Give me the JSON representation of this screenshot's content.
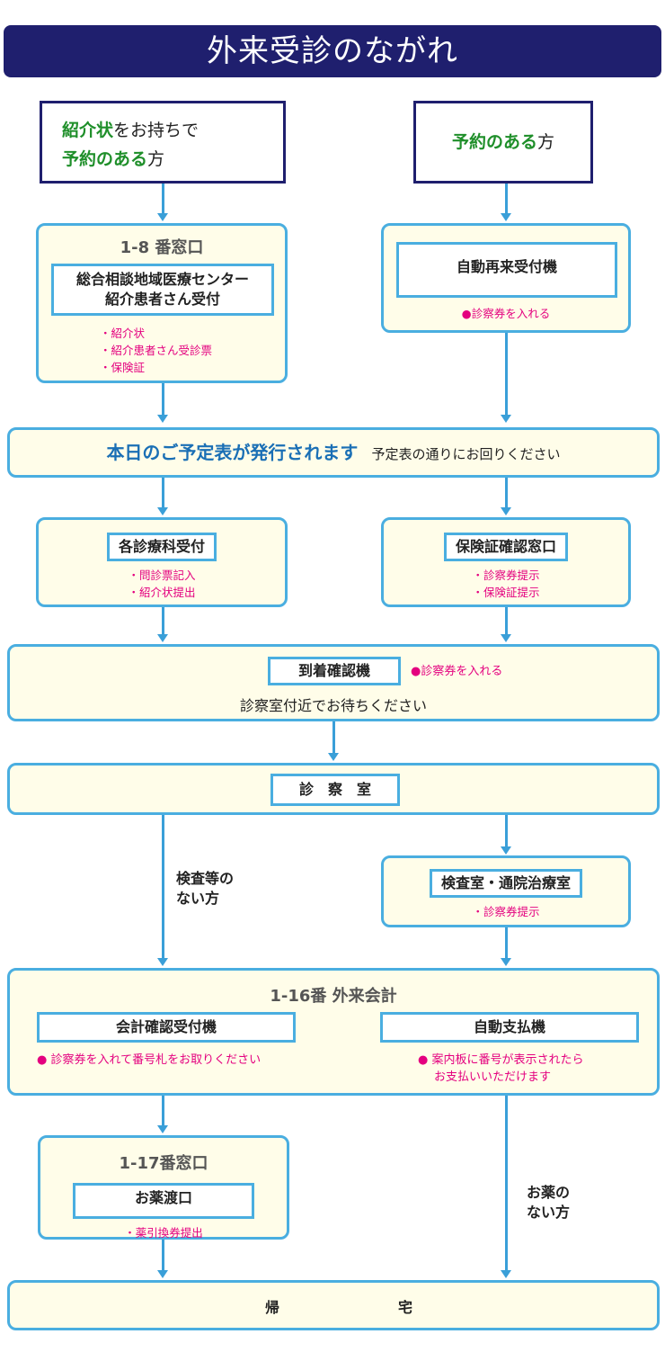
{
  "title": "外来受診のながれ",
  "start_left": {
    "line1_green": "紹介状",
    "line1_rest": "をお持ちで",
    "line2_green": "予約のある",
    "line2_rest": "方"
  },
  "start_right": {
    "green": "予約のある",
    "rest": "方"
  },
  "window_1_8": {
    "heading": "1-8 番窓口",
    "box_line1": "総合相談地域医療センター",
    "box_line2": "紹介患者さん受付",
    "notes": [
      "・紹介状",
      "・紹介患者さん受診票",
      "・保険証"
    ]
  },
  "auto_reception": {
    "box": "自動再来受付機",
    "note": "●診察券を入れる"
  },
  "schedule": {
    "main": "本日のご予定表が発行されます",
    "sub": "予定表の通りにお回りください"
  },
  "dept_reception": {
    "box": "各診療科受付",
    "notes": [
      "・問診票記入",
      "・紹介状提出"
    ]
  },
  "insurance_window": {
    "box": "保険証確認窓口",
    "notes": [
      "・診察券提示",
      "・保険証提示"
    ]
  },
  "arrival": {
    "box": "到着確認機",
    "note": "●診察券を入れる",
    "sub": "診察室付近でお待ちください"
  },
  "exam_room": {
    "box": "診　察　室"
  },
  "no_test_label": [
    "検査等の",
    "ない方"
  ],
  "test_room": {
    "box": "検査室・通院治療室",
    "note": "・診察券提示"
  },
  "cashier": {
    "heading": "1-16番 外来会計",
    "left_box": "会計確認受付機",
    "left_note": "●  診察券を入れて番号札をお取りください",
    "right_box": "自動支払機",
    "right_note_line1": "●  案内板に番号が表示されたら",
    "right_note_line2": "お支払いいただけます"
  },
  "pharmacy": {
    "heading": "1-17番窓口",
    "box": "お薬渡口",
    "note": "・薬引換券提出"
  },
  "no_medicine_label": [
    "お薬の",
    "ない方"
  ],
  "home": {
    "left": "帰",
    "right": "宅"
  }
}
